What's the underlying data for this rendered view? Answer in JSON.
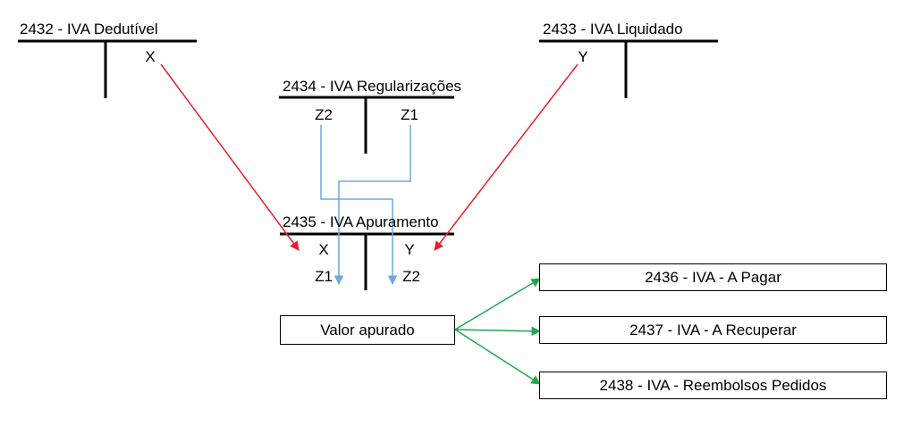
{
  "accounts": {
    "deductible": {
      "title": "2432 - IVA Dedutível",
      "credit": "X"
    },
    "liquidated": {
      "title": "2433 - IVA Liquidado",
      "debit": "Y"
    },
    "adjustments": {
      "title": "2434 - IVA Regularizações",
      "debit": "Z2",
      "credit": "Z1"
    },
    "settlement": {
      "title": "2435 - IVA Apuramento",
      "debit_1": "X",
      "credit_1": "Y",
      "debit_2": "Z1",
      "credit_2": "Z2"
    }
  },
  "result_box": "Valor apurado",
  "outcomes": [
    {
      "label": "2436 - IVA - A Pagar"
    },
    {
      "label": "2437 - IVA - A Recuperar"
    },
    {
      "label": "2438 - IVA - Reembolsos Pedidos"
    }
  ],
  "colors": {
    "red_arrow": "#e8202a",
    "blue_arrow": "#6fa8dc",
    "green_arrow": "#1ea84f",
    "line": "#000000"
  }
}
